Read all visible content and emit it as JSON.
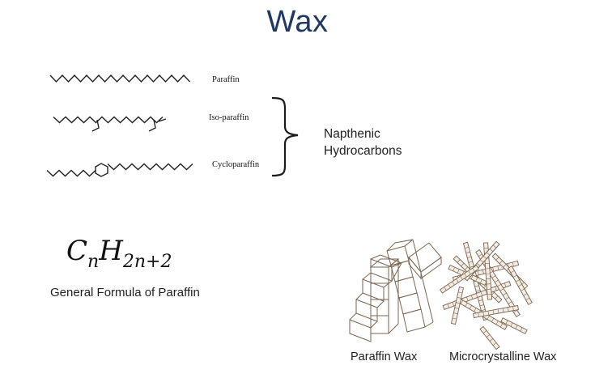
{
  "title": "Wax",
  "molecules": [
    {
      "label": "Paraffin"
    },
    {
      "label": "Iso-paraffin"
    },
    {
      "label": "Cycloparaffin"
    }
  ],
  "bracket_label": [
    "Napthenic",
    "Hydrocarbons"
  ],
  "formula": {
    "base_c": "C",
    "sub_c": "n",
    "base_h": "H",
    "sub_h": "2n+2"
  },
  "formula_caption": "General Formula of Paraffin",
  "wax_captions": {
    "paraffin": "Paraffin Wax",
    "micro": "Microcrystalline Wax"
  },
  "colors": {
    "title": "#1f3864",
    "line": "#222222",
    "wax": "#7a6652"
  }
}
